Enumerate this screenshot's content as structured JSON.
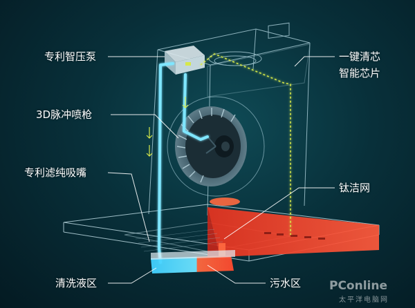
{
  "labels": {
    "pump": "专利智压泵",
    "nozzle": "3D脉冲喷枪",
    "suction": "专利滤纯吸嘴",
    "clean_zone": "清洗液区",
    "one_key_line1": "一键清芯",
    "one_key_line2": "智能芯片",
    "titanium_net": "钛洁网",
    "waste_zone": "污水区"
  },
  "watermark": {
    "brand": "PConline",
    "subtitle": "太平洋电脑网"
  },
  "colors": {
    "background": "#08303a",
    "wireframe": "#b9dce6",
    "water_tube": "#7fe6ff",
    "chip_line": "#d6e84a",
    "titanium_net": "#ff4a2e",
    "pointer": "#ffffff"
  }
}
